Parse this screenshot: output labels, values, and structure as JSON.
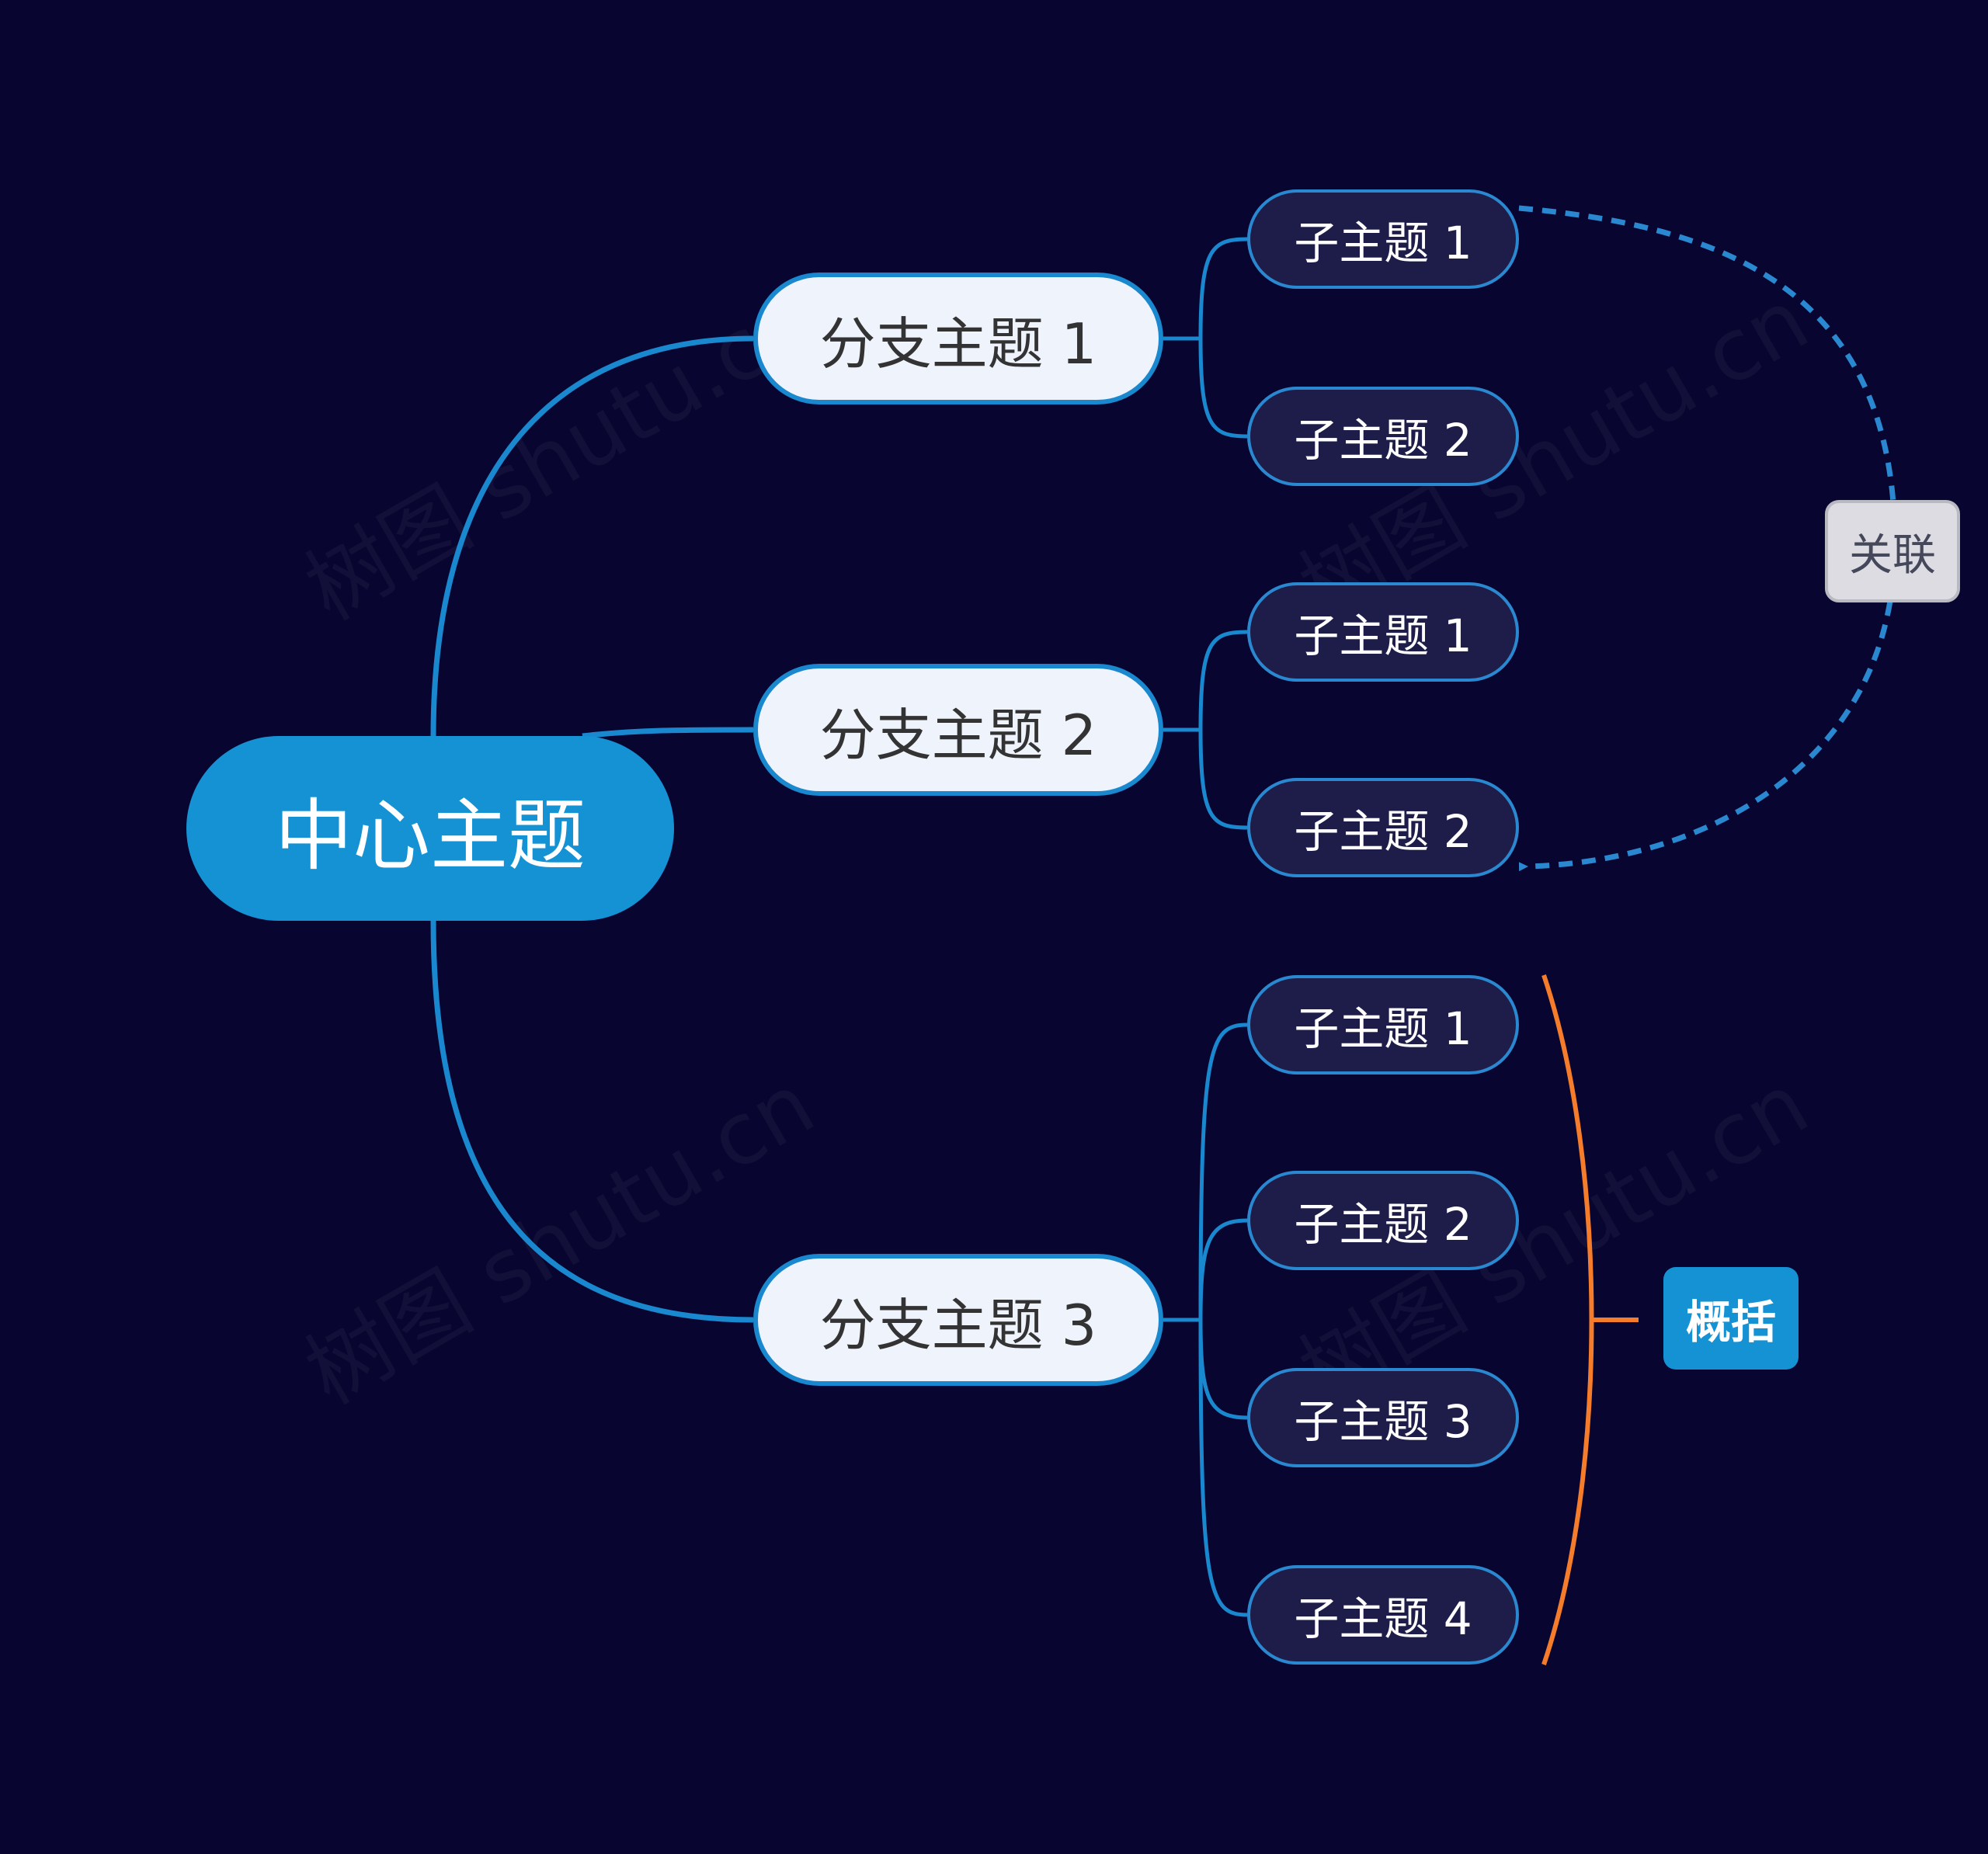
{
  "colors": {
    "background": "#080530",
    "central_fill": "#1592d3",
    "branch_fill": "#eef3fc",
    "branch_border": "#1a88cf",
    "subtopic_fill": "#1e1d4a",
    "subtopic_border": "#2a88d0",
    "connector": "#1a88cf",
    "relationship": "#2a88d0",
    "summary_bracket": "#f47c2a",
    "summary_fill": "#1592d3"
  },
  "watermark": "树图 shutu.cn",
  "central": {
    "label": "中心主题"
  },
  "branches": [
    {
      "label": "分支主题 1",
      "children": [
        {
          "label": "子主题 1"
        },
        {
          "label": "子主题 2"
        }
      ]
    },
    {
      "label": "分支主题 2",
      "children": [
        {
          "label": "子主题 1"
        },
        {
          "label": "子主题 2"
        }
      ]
    },
    {
      "label": "分支主题 3",
      "children": [
        {
          "label": "子主题 1"
        },
        {
          "label": "子主题 2"
        },
        {
          "label": "子主题 3"
        },
        {
          "label": "子主题 4"
        }
      ]
    }
  ],
  "relationship": {
    "label": "关联"
  },
  "summary": {
    "label": "概括"
  }
}
